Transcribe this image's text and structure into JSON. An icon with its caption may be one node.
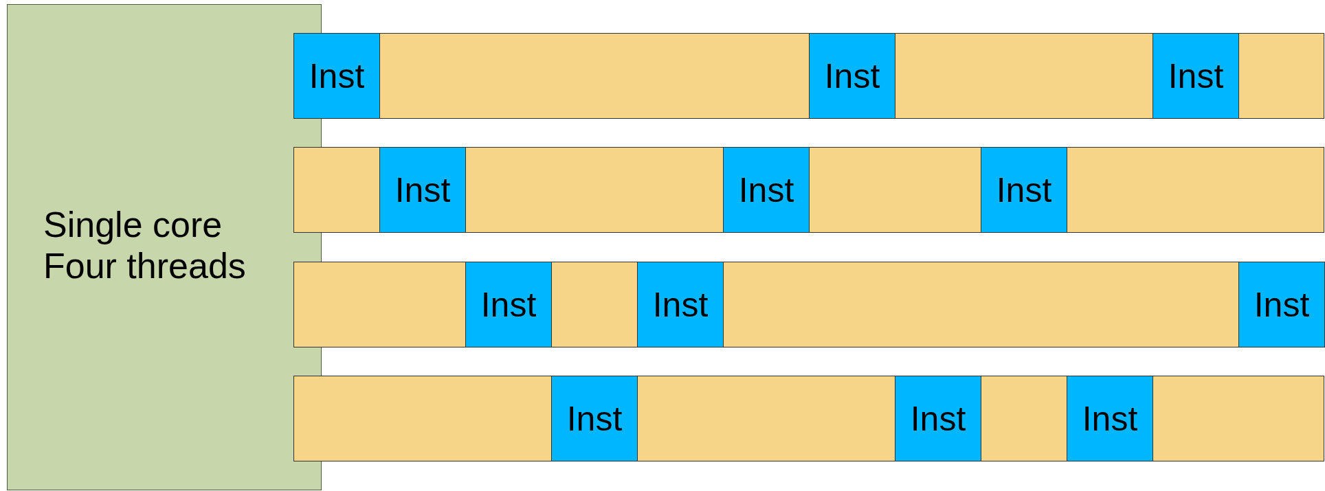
{
  "diagram": {
    "nodes": [
      {
        "text": [
          "Single core Four threads"
        ]
      },
      {
        "text": [],
        "shape": "bar"
      },
      {
        "text": [
          "Inst"
        ],
        "in": 1
      },
      {
        "text": [
          "Inst"
        ],
        "in": 1
      },
      {
        "text": [
          "Inst"
        ],
        "in": 1
      },
      {
        "text": [],
        "shape": "bar"
      },
      {
        "text": [
          "Inst"
        ],
        "in": 5
      },
      {
        "text": [
          "Inst"
        ],
        "in": 5
      },
      {
        "text": [
          "Inst"
        ],
        "in": 5
      },
      {
        "text": [],
        "shape": "bar"
      },
      {
        "text": [
          "Inst"
        ],
        "in": 9
      },
      {
        "text": [
          "Inst"
        ],
        "in": 9
      },
      {
        "text": [
          "Inst"
        ],
        "in": 9
      },
      {
        "text": [],
        "shape": "bar"
      },
      {
        "text": [
          "Inst"
        ],
        "in": 13
      },
      {
        "text": [
          "Inst"
        ],
        "in": 13
      },
      {
        "text": [
          "Inst"
        ],
        "in": 13
      }
    ]
  }
}
